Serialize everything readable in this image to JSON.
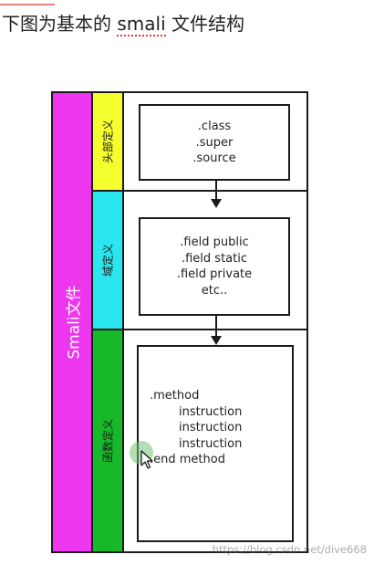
{
  "title": {
    "before": "下图为基本的 ",
    "highlight": "smali",
    "after": " 文件结构"
  },
  "diagram": {
    "outer_label": "Smali文件",
    "sections": {
      "header": {
        "label": "头部定义",
        "lines": [
          ".class",
          ".super",
          ".source"
        ]
      },
      "field": {
        "label": "域定义",
        "lines": [
          ".field public",
          ".field static",
          ".field private",
          "etc.."
        ]
      },
      "method": {
        "label": "函数定义",
        "lines": [
          ".method",
          "instruction",
          "instruction",
          "instruction",
          ".end method"
        ]
      }
    },
    "colors": {
      "outer": "#ef36ef",
      "header": "#f6ff2e",
      "field": "#2ae6ef",
      "method": "#17b82a",
      "border": "#1b1b1b"
    }
  },
  "cursor": {
    "icon": "cursor-arrow-icon"
  },
  "watermark": "https://blog.csdn.net/dive668"
}
